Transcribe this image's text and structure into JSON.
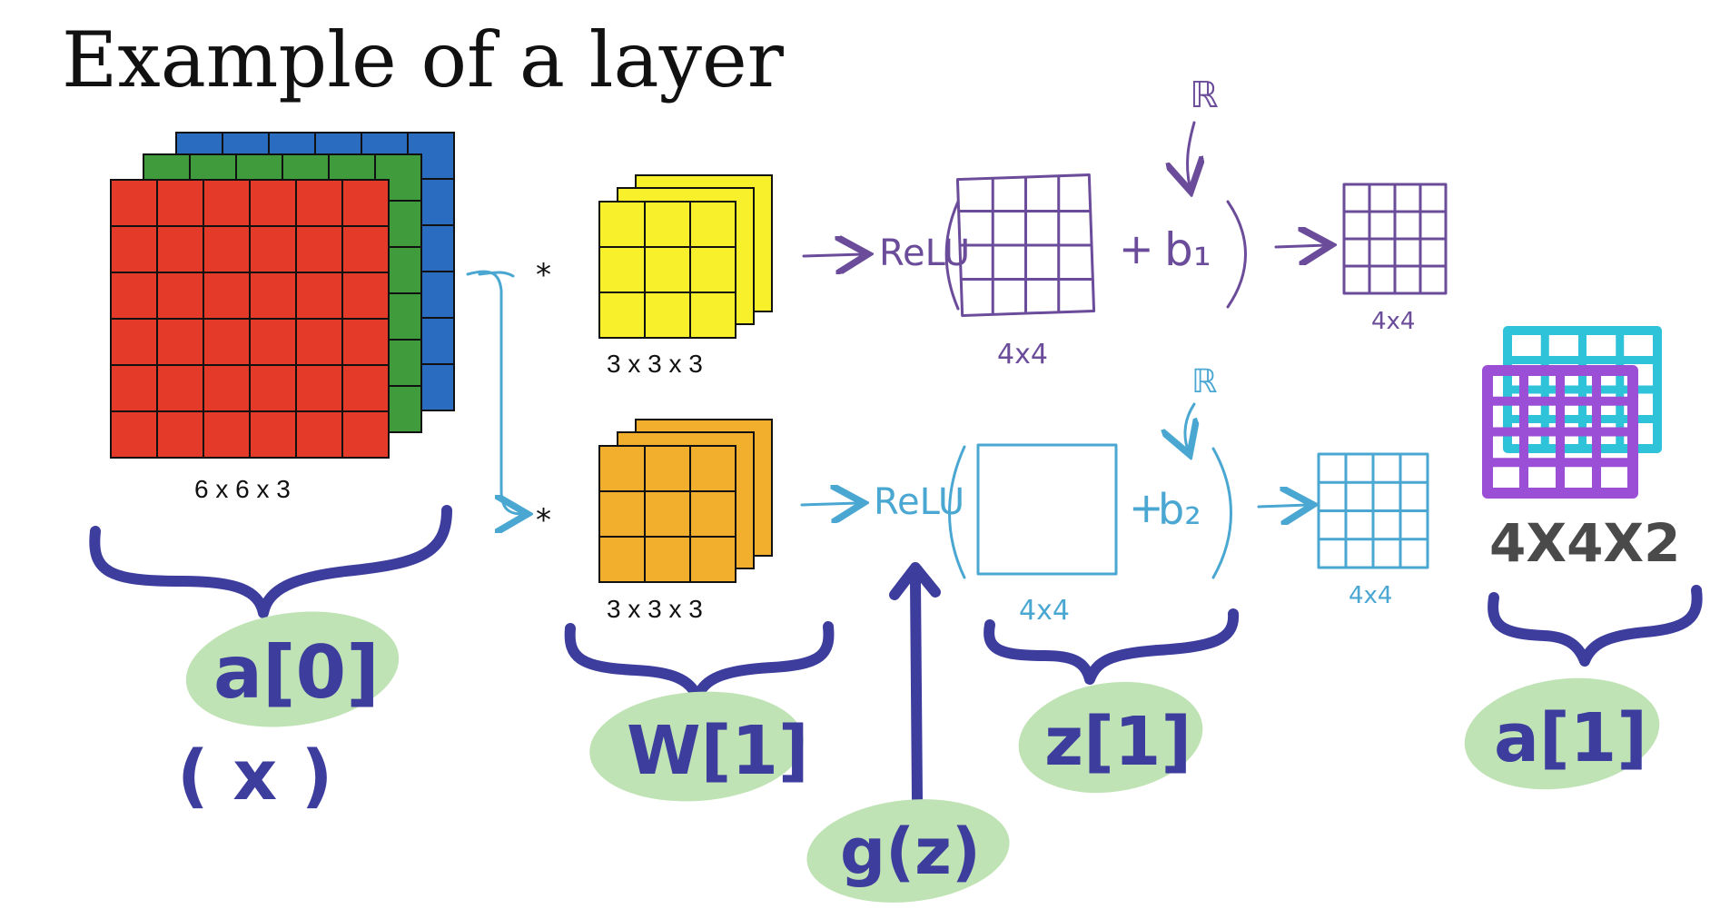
{
  "title": "Example of a layer",
  "input": {
    "label": "6 x 6 x 3",
    "colors": {
      "front": "#e33a2a",
      "middle": "#3f9b3c",
      "back": "#2a6cc0"
    }
  },
  "filters": {
    "filter1": {
      "label": "3 x 3 x 3",
      "color": "#f7f02a"
    },
    "filter2": {
      "label": "3 x 3 x 3",
      "color": "#f2ae2d"
    },
    "conv_op": "*"
  },
  "top_branch": {
    "relu": "ReLU",
    "plus": "+",
    "bias": "b₁",
    "real": "ℝ",
    "inner_dim": "4x4",
    "out_dim": "4x4"
  },
  "bottom_branch": {
    "relu": "ReLU",
    "plus": "+",
    "bias": "b₂",
    "real": "ℝ",
    "inner_dim": "4x4",
    "out_dim": "4x4"
  },
  "output": {
    "label": "4X4X2",
    "colors": {
      "front": "#9a4fd6",
      "back": "#2fc3d9"
    }
  },
  "annotations": {
    "a0": "a[0]",
    "x": "( x )",
    "w1": "W[1]",
    "g": "g(z)",
    "z1": "z[1]",
    "a1": "a[1]",
    "bubble_color": "#bfe3b4",
    "ink_color": "#3d3d9e"
  }
}
